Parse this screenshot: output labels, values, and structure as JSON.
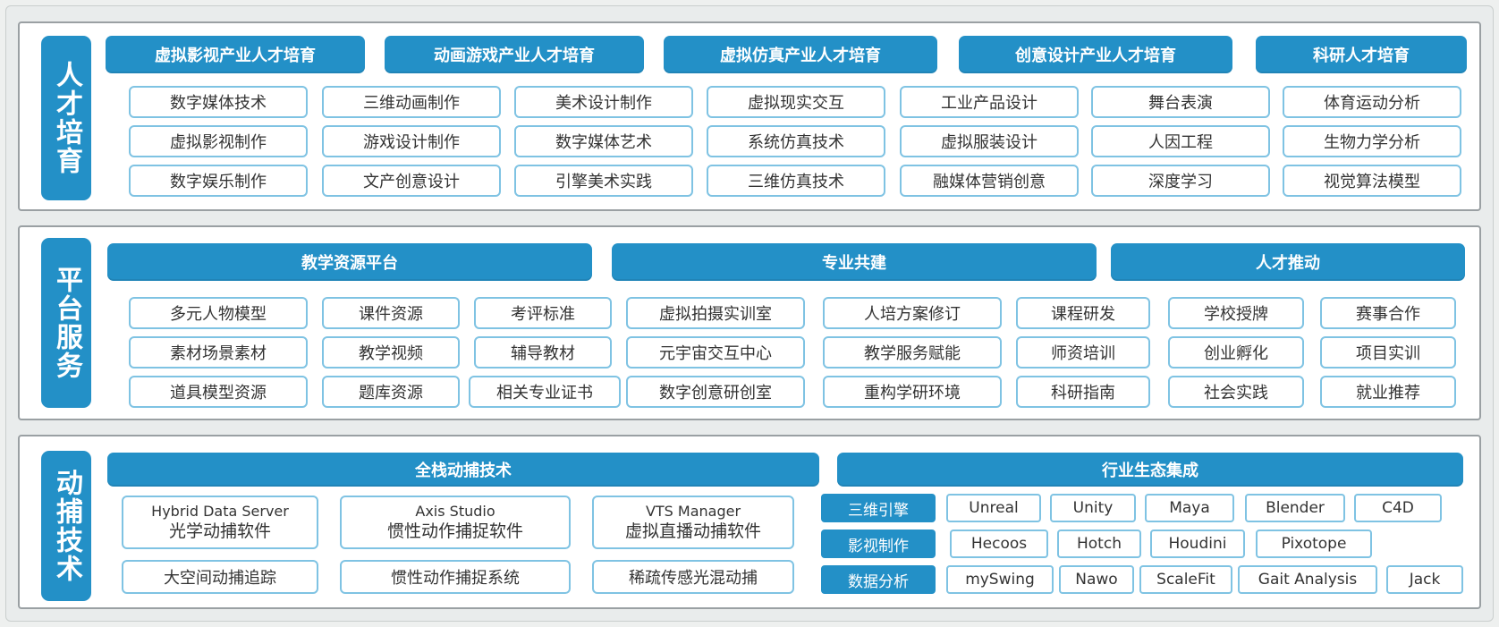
{
  "talent": {
    "side_label": "人才培育",
    "headers": [
      "虚拟影视产业人才培育",
      "动画游戏产业人才培育",
      "虚拟仿真产业人才培育",
      "创意设计产业人才培育",
      "科研人才培育"
    ],
    "columns": [
      [
        "数字媒体技术",
        "虚拟影视制作",
        "数字娱乐制作"
      ],
      [
        "三维动画制作",
        "游戏设计制作",
        "文产创意设计"
      ],
      [
        "美术设计制作",
        "数字媒体艺术",
        "引擎美术实践"
      ],
      [
        "虚拟现实交互",
        "系统仿真技术",
        "三维仿真技术"
      ],
      [
        "工业产品设计",
        "虚拟服装设计",
        "融媒体营销创意"
      ],
      [
        "舞台表演",
        "人因工程",
        "深度学习"
      ],
      [
        "体育运动分析",
        "生物力学分析",
        "视觉算法模型"
      ]
    ]
  },
  "platform": {
    "side_label": "平台服务",
    "headers": [
      "教学资源平台",
      "专业共建",
      "人才推动"
    ],
    "columns": [
      [
        "多元人物模型",
        "素材场景素材",
        "道具模型资源"
      ],
      [
        "课件资源",
        "教学视频",
        "题库资源"
      ],
      [
        "考评标准",
        "辅导教材",
        "相关专业证书"
      ],
      [
        "虚拟拍摄实训室",
        "元宇宙交互中心",
        "数字创意研创室"
      ],
      [
        "人培方案修订",
        "教学服务赋能",
        "重构学研环境"
      ],
      [
        "课程研发",
        "师资培训",
        "科研指南"
      ],
      [
        "学校授牌",
        "创业孵化",
        "社会实践"
      ],
      [
        "赛事合作",
        "项目实训",
        "就业推荐"
      ]
    ]
  },
  "mocap": {
    "side_label": "动捕技术",
    "header_left": "全栈动捕技术",
    "header_right": "行业生态集成",
    "software": [
      {
        "en": "Hybrid Data Server",
        "cn": "光学动捕软件"
      },
      {
        "en": "Axis Studio",
        "cn": "惯性动作捕捉软件"
      },
      {
        "en": "VTS Manager",
        "cn": "虚拟直播动捕软件"
      }
    ],
    "systems": [
      "大空间动捕追踪",
      "惯性动作捕捉系统",
      "稀疏传感光混动捕"
    ],
    "ecosystem": [
      {
        "label": "三维引擎",
        "tools": [
          "Unreal",
          "Unity",
          "Maya",
          "Blender",
          "C4D"
        ]
      },
      {
        "label": "影视制作",
        "tools": [
          "Hecoos",
          "Hotch",
          "Houdini",
          "Pixotope"
        ]
      },
      {
        "label": "数据分析",
        "tools": [
          "mySwing",
          "Nawo",
          "ScaleFit",
          "Gait Analysis",
          "Jack"
        ]
      }
    ]
  },
  "colors": {
    "accent": "#2390c7",
    "cell_border": "#7fc3e3",
    "panel_border": "#9aa0a3"
  }
}
